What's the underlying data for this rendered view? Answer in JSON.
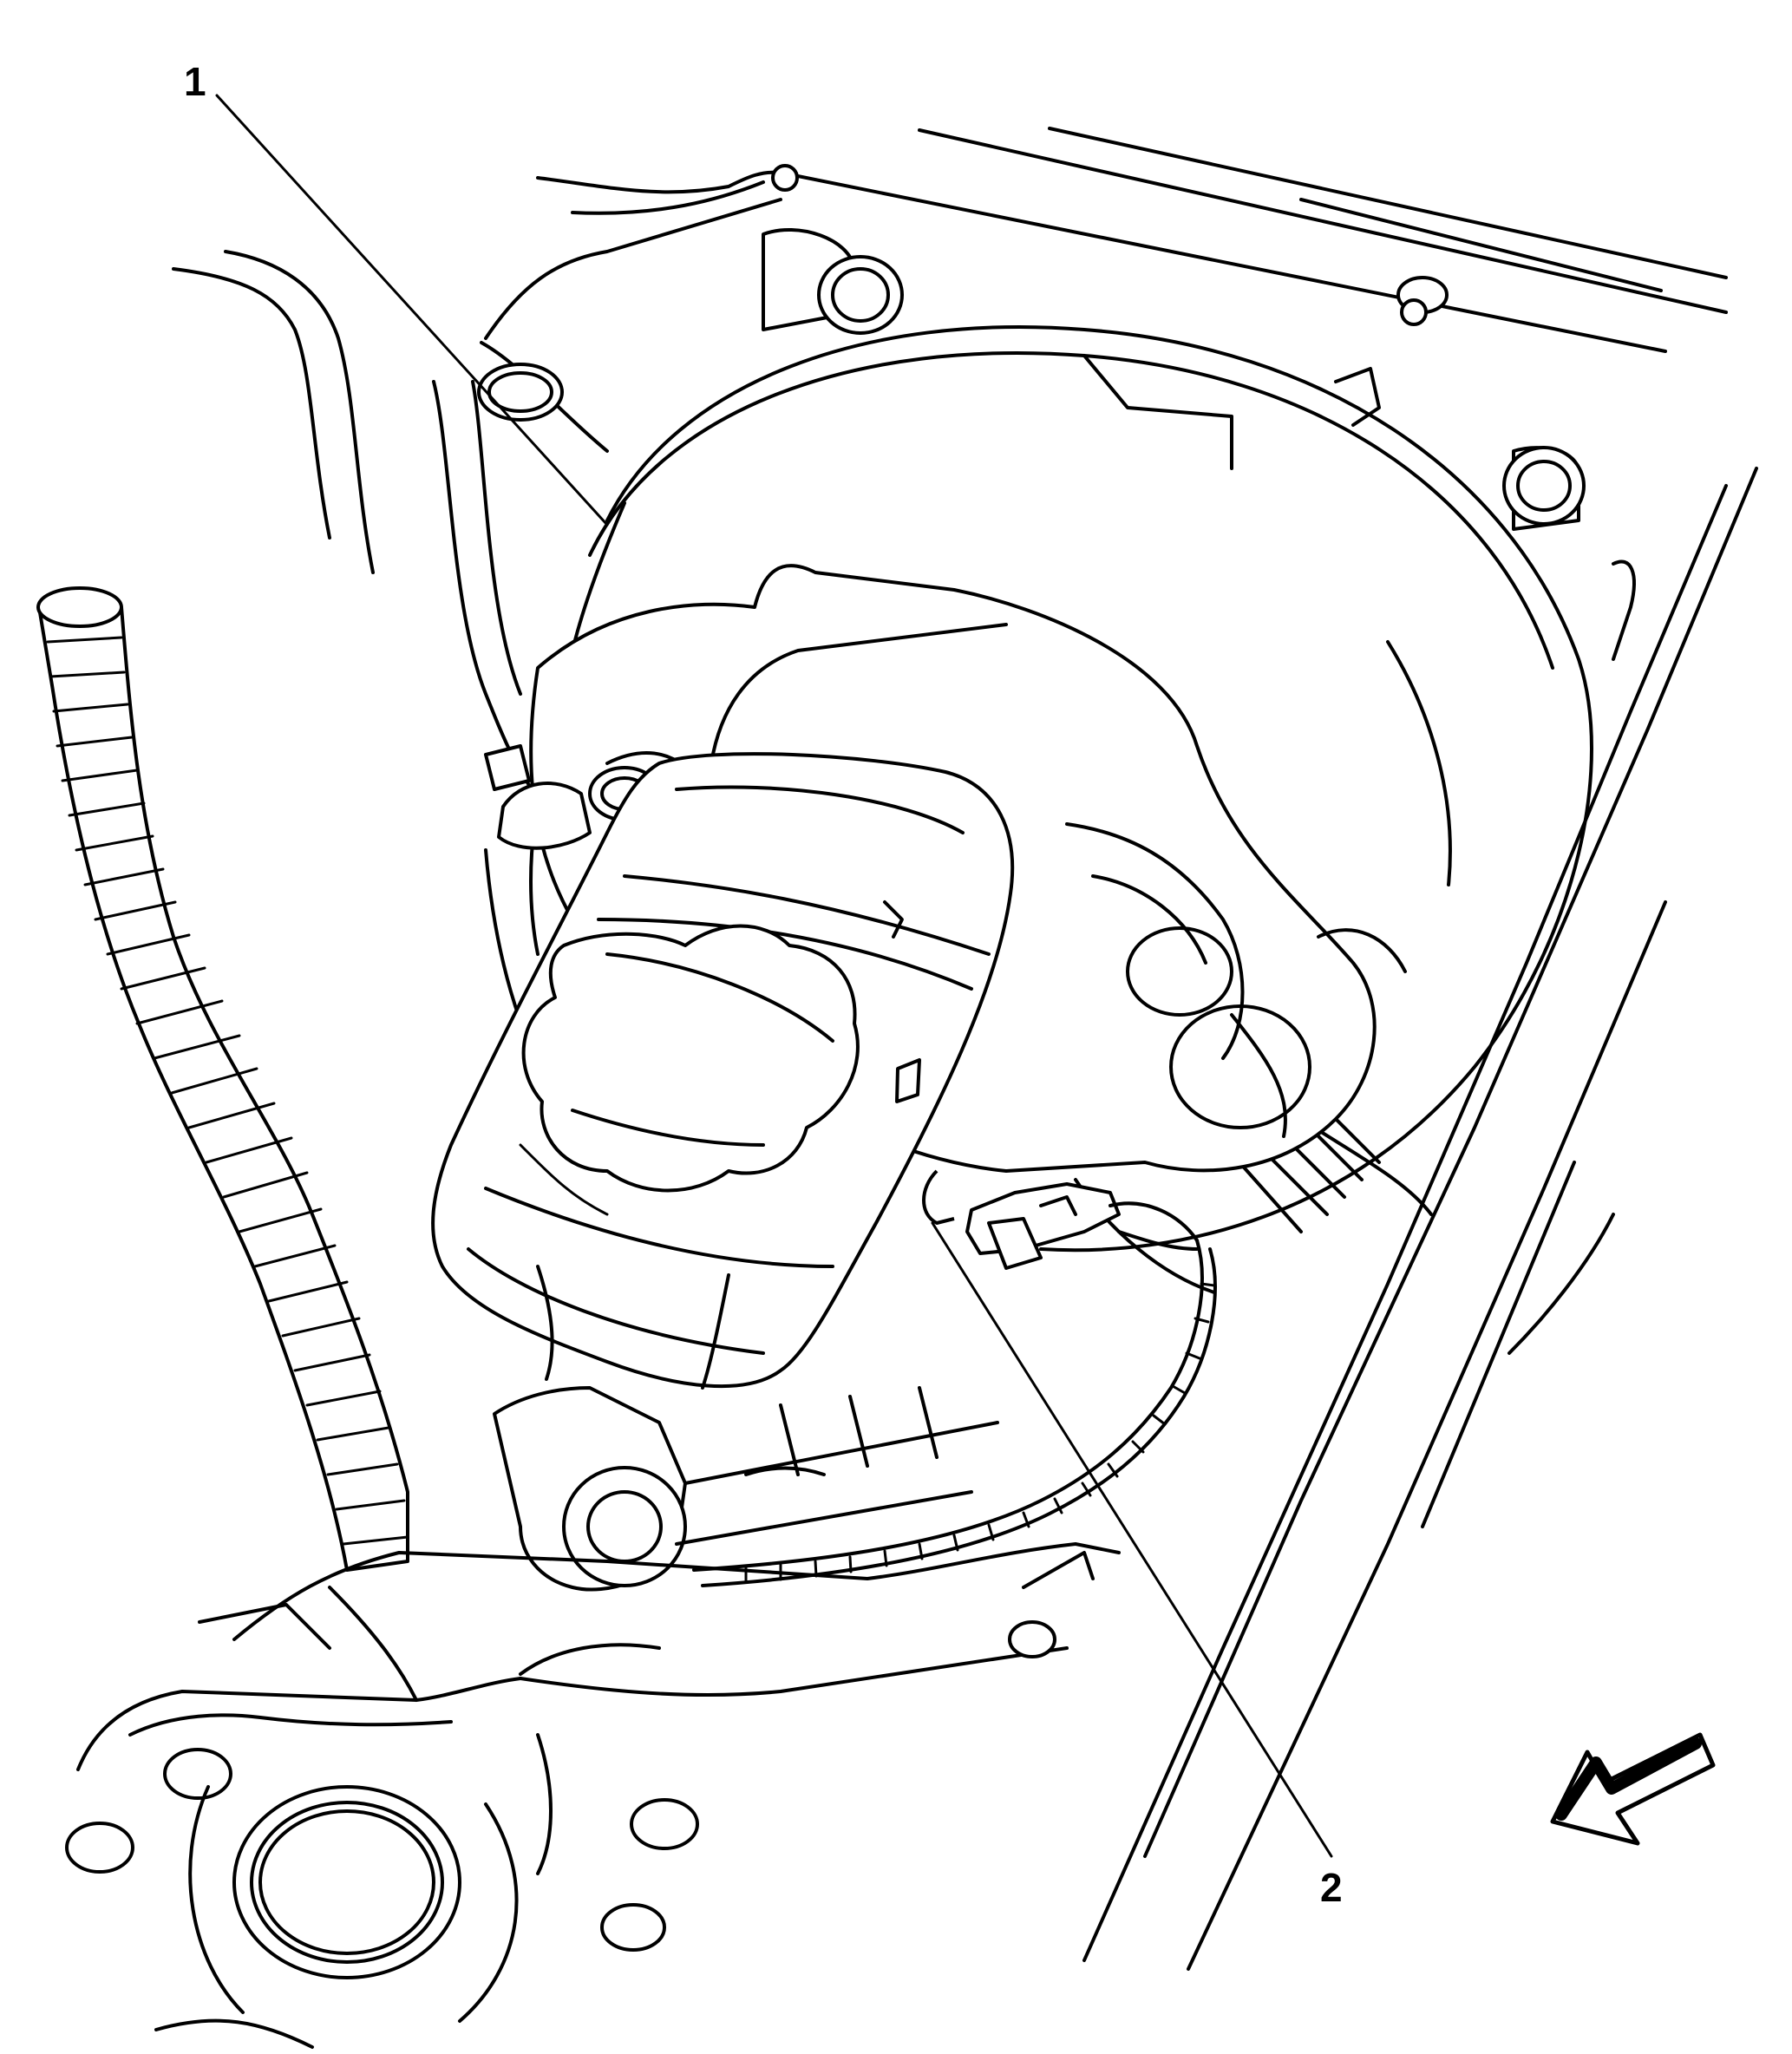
{
  "figure": {
    "callouts": [
      {
        "id": "1",
        "label": "1"
      },
      {
        "id": "2",
        "label": "2"
      }
    ],
    "icons": [
      "orientation-arrow-icon"
    ],
    "colors": {
      "line": "#000000",
      "background": "#ffffff"
    }
  }
}
